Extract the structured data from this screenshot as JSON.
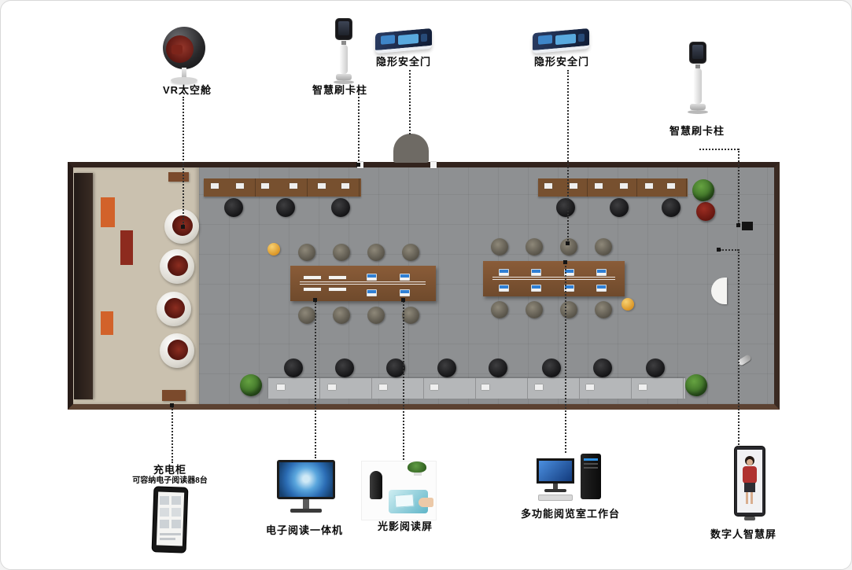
{
  "annotations": {
    "vr_capsule": {
      "label": "VR太空舱"
    },
    "card_pillar_left": {
      "label": "智慧刷卡柱"
    },
    "security_gate_left": {
      "label": "隐形安全门"
    },
    "security_gate_right": {
      "label": "隐形安全门"
    },
    "card_pillar_right": {
      "label": "智慧刷卡柱"
    },
    "charging_cabinet": {
      "label": "充电柜",
      "sublabel": "可容纳电子阅读器8台"
    },
    "reading_all_in_one": {
      "label": "电子阅读一体机"
    },
    "light_reading_screen": {
      "label": "光影阅读屏"
    },
    "multifunction_workstation": {
      "label": "多功能阅览室工作台"
    },
    "digital_human_screen": {
      "label": "数字人智慧屏"
    }
  },
  "colors": {
    "wall_dark": "#32231d",
    "wall_bottom": "#5c4232",
    "lounge_floor": "#cac1af",
    "main_floor": "#8e9092",
    "table_wood": "#7b5232",
    "accent_orange": "#d2622a",
    "accent_dark_red": "#8d2b1e",
    "laptop_screen_blue": "#2f7fd4",
    "plant_green": "#3f7d2f",
    "connector_line": "#2e2e2e"
  }
}
